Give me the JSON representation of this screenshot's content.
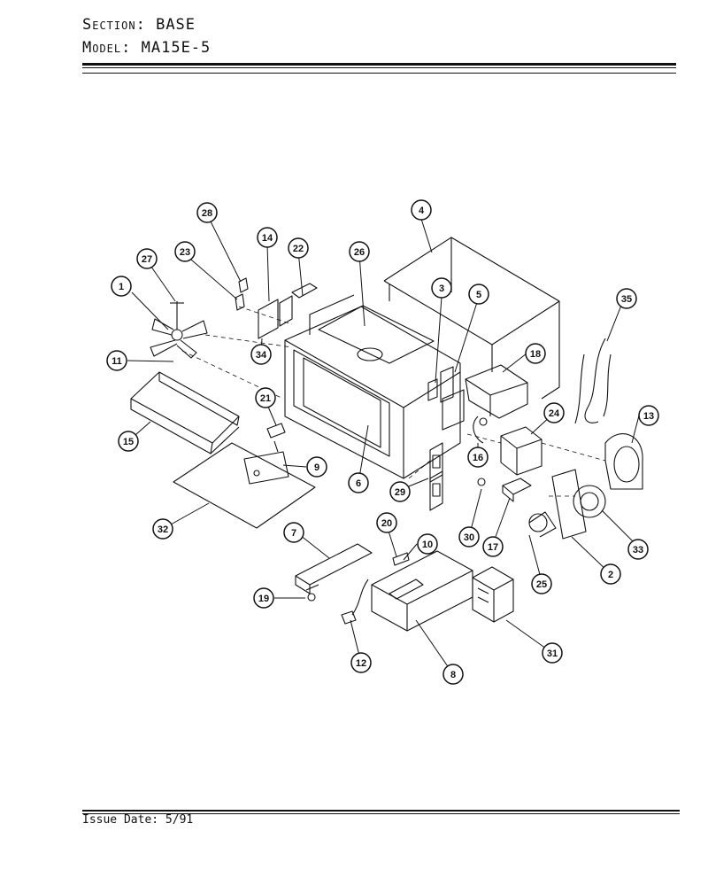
{
  "header": {
    "section_label": "Section:",
    "section_value": "BASE",
    "model_label": "Model:",
    "model_value": "MA15E-5"
  },
  "footer": {
    "issue_label": "Issue Date:",
    "issue_value": "5/91"
  },
  "callouts": [
    "1",
    "2",
    "3",
    "4",
    "5",
    "6",
    "7",
    "8",
    "9",
    "10",
    "11",
    "12",
    "13",
    "14",
    "15",
    "16",
    "17",
    "18",
    "19",
    "20",
    "21",
    "22",
    "23",
    "24",
    "25",
    "26",
    "27",
    "28",
    "29",
    "30",
    "31",
    "32",
    "33",
    "34",
    "35"
  ]
}
